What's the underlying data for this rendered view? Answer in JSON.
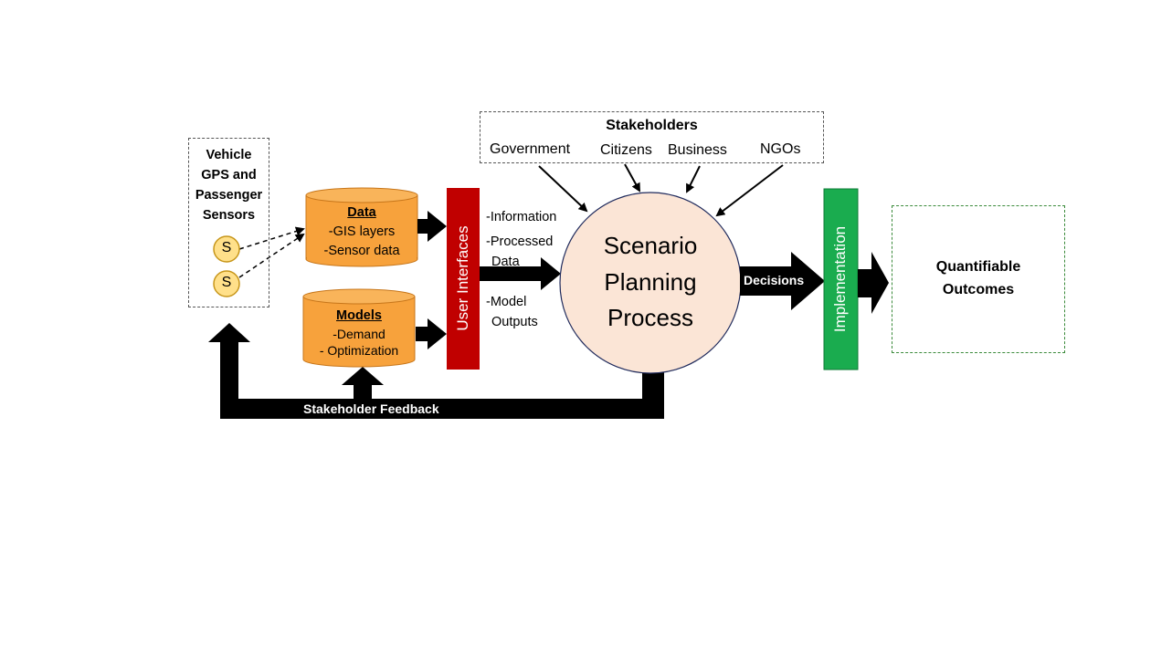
{
  "sensors": {
    "title_lines": [
      "Vehicle",
      "GPS and",
      "Passenger",
      "Sensors"
    ],
    "sensor_label": "S"
  },
  "data_store": {
    "title": "Data",
    "lines": [
      "-GIS layers",
      "-Sensor data"
    ]
  },
  "models_store": {
    "title": "Models",
    "lines": [
      "-Demand",
      "- Optimization"
    ]
  },
  "user_interfaces": {
    "label": "User Interfaces"
  },
  "flows": {
    "information": "-Information",
    "processed_1": "-Processed",
    "processed_2": "Data",
    "model_1": "-Model",
    "model_2": "Outputs"
  },
  "stakeholders": {
    "title": "Stakeholders",
    "items": [
      "Government",
      "Citizens",
      "Business",
      "NGOs"
    ]
  },
  "process": {
    "lines": [
      "Scenario",
      "Planning",
      "Process"
    ]
  },
  "decisions": {
    "label": "Decisions"
  },
  "implementation": {
    "label": "Implementation"
  },
  "outcomes": {
    "lines": [
      "Quantifiable",
      "Outcomes"
    ]
  },
  "feedback": {
    "label": "Stakeholder Feedback"
  },
  "colors": {
    "cylinder": "#f7a23c",
    "ui_bar": "#c00000",
    "implementation_bar": "#1aac4f",
    "process_fill": "#fbe5d6",
    "sensor_fill": "#ffe08a"
  }
}
